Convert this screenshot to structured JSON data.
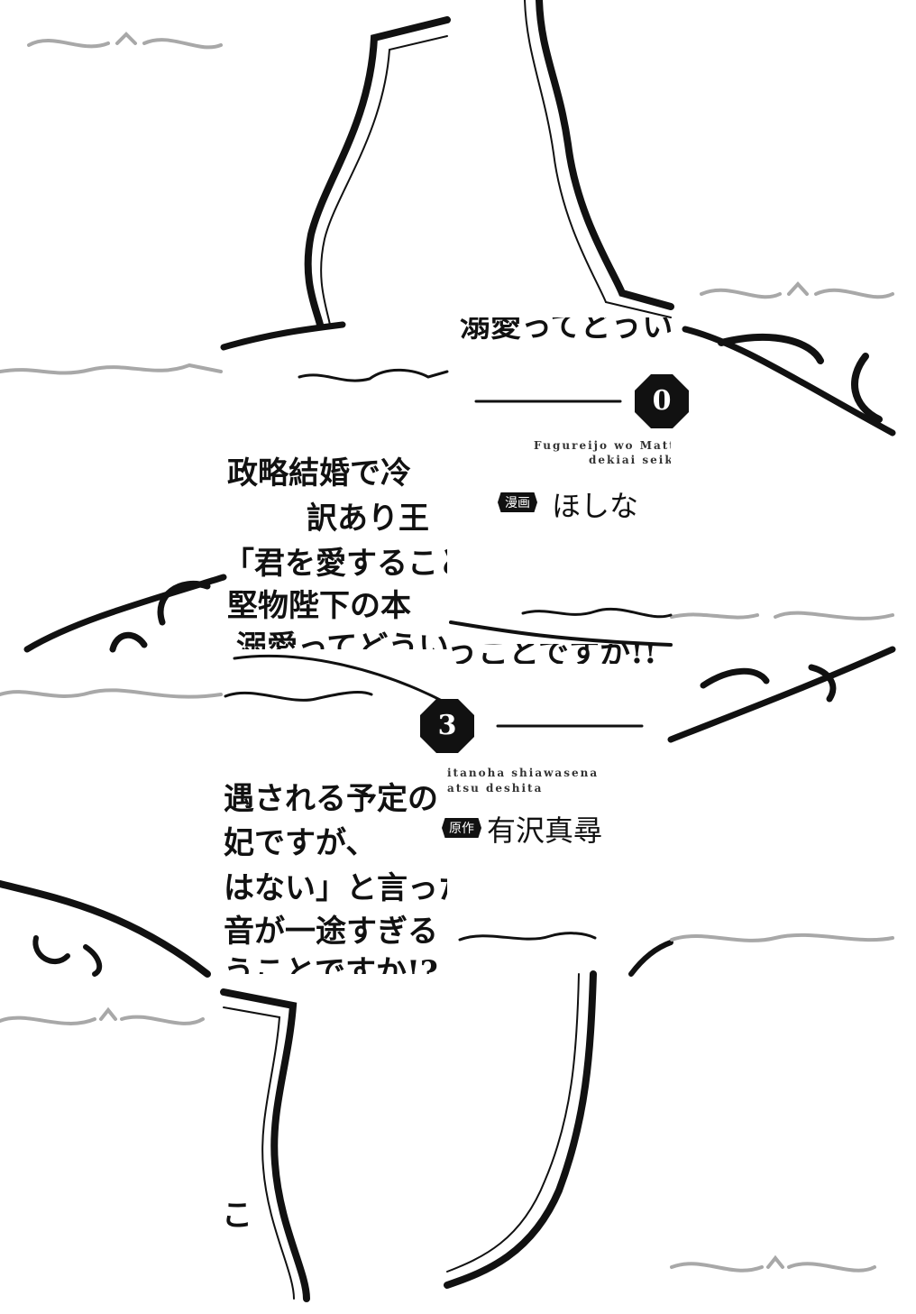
{
  "tiles": {
    "r0c1_bracket": "「",
    "r1c1": {
      "lines": [
        "政略結婚で冷",
        "訳あり王",
        "「君を愛すること",
        "堅物陛下の本",
        "溺愛ってどうい"
      ]
    },
    "r1c2": {
      "top_fragment": "溺愛ってどうい",
      "chapter_digit": "0",
      "romaji_1": "Fugureijo wo Matte",
      "romaji_2": "dekiai seika",
      "manga_label": "漫画",
      "manga_artist": "ほしな"
    },
    "r2c1": {
      "lines": [
        "遇される予定の",
        "妃ですが、",
        "はない」と言った",
        "音が一途すぎる",
        "うことですか!?"
      ]
    },
    "r2c2": {
      "top_fragment": "うことですか!!",
      "chapter_digit": "3",
      "romaji_1": "itanoha shiawasena",
      "romaji_2": "atsu deshita",
      "original_label": "原作",
      "original_author": "有沢真尋"
    },
    "r3c1_fragment": "こ"
  },
  "colors": {
    "ink": "#111111",
    "gray_ornament": "#a8a8a8"
  }
}
